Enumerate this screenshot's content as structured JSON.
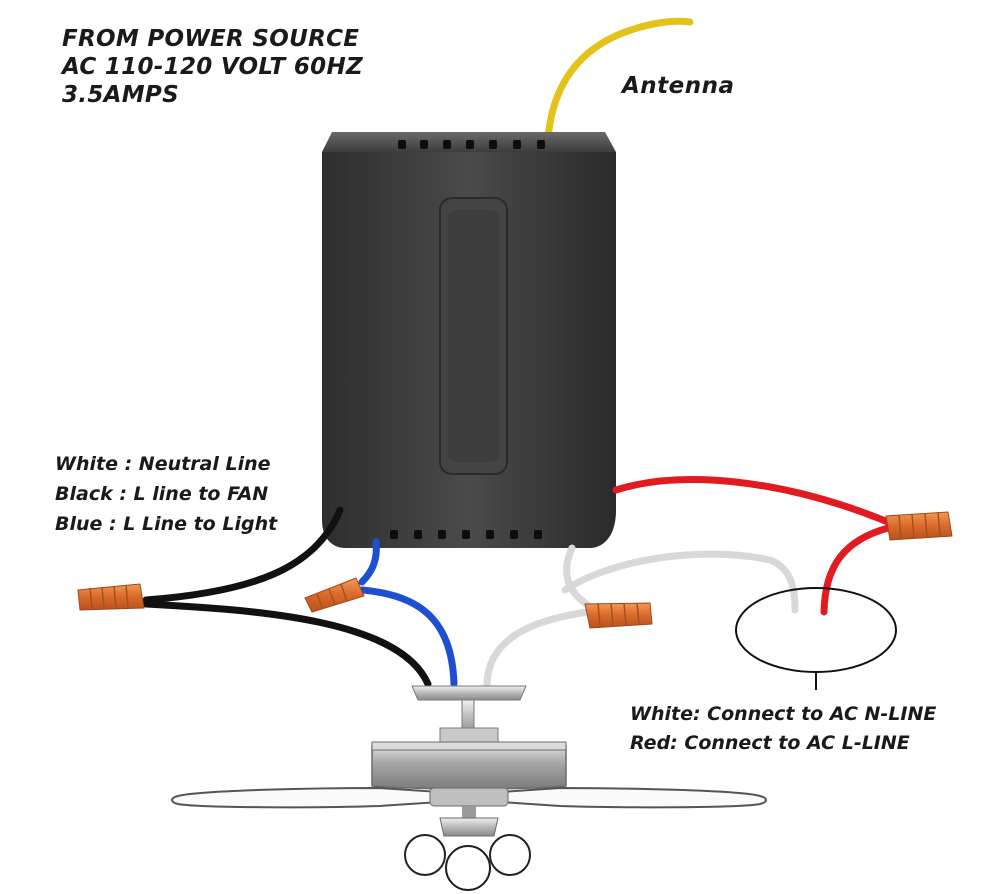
{
  "power_source": {
    "line1": "FROM POWER SOURCE",
    "line2": "AC 110-120 VOLT 60HZ",
    "line3": "3.5AMPS"
  },
  "antenna_label": "Antenna",
  "wire_legend": {
    "white": "White : Neutral Line",
    "black": "Black : L line to FAN",
    "blue": "Blue : L Line to Light"
  },
  "ac_legend": {
    "white": "White: Connect to AC N-LINE",
    "red": "Red: Connect to AC L-LINE"
  },
  "colors": {
    "antenna_wire": "#e3c21a",
    "red_wire": "#e21b22",
    "black_wire": "#111111",
    "blue_wire": "#1e4fd0",
    "white_wire": "#d8d8d8",
    "wire_nut": "#e07a30",
    "receiver_body": "#3a3a3a"
  }
}
